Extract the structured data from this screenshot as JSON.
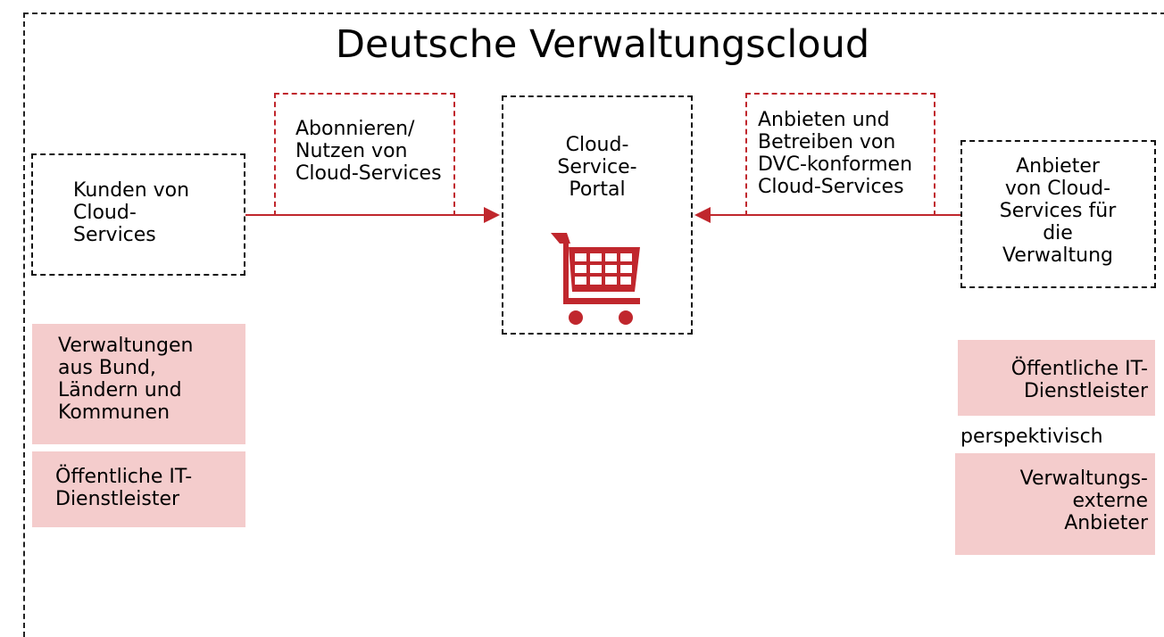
{
  "diagram": {
    "title": "Deutsche Verwaltungscloud",
    "customers_box": {
      "lines": [
        "Kunden von",
        "Cloud-",
        "Services"
      ]
    },
    "subscribe_label": {
      "lines": [
        "Abonnieren/",
        "Nutzen  von",
        "Cloud-Services"
      ]
    },
    "portal": {
      "lines": [
        "Cloud-",
        "Service-",
        "Portal"
      ],
      "icon": "shopping-cart-icon"
    },
    "offer_label": {
      "lines": [
        "Anbieten und",
        "Betreiben von",
        "DVC-konformen",
        "Cloud-Services"
      ]
    },
    "providers_box": {
      "lines": [
        "Anbieter",
        "von Cloud-",
        "Services für",
        "die",
        "Verwaltung"
      ]
    },
    "left_tags": [
      {
        "lines": [
          "Verwaltungen",
          "aus Bund,",
          "Ländern und",
          "Kommunen"
        ]
      },
      {
        "lines": [
          "Öffentliche IT-",
          "Dienstleister"
        ]
      }
    ],
    "right_tags": [
      {
        "lines": [
          "Öffentliche IT-",
          "Dienstleister"
        ]
      },
      {
        "lines": [
          "Verwaltungs-",
          "externe",
          "Anbieter"
        ]
      }
    ],
    "perspective_label": "perspektivisch",
    "colors": {
      "accent": "#c0272d",
      "tag_fill": "#f4cccc",
      "frame": "#222222"
    }
  }
}
